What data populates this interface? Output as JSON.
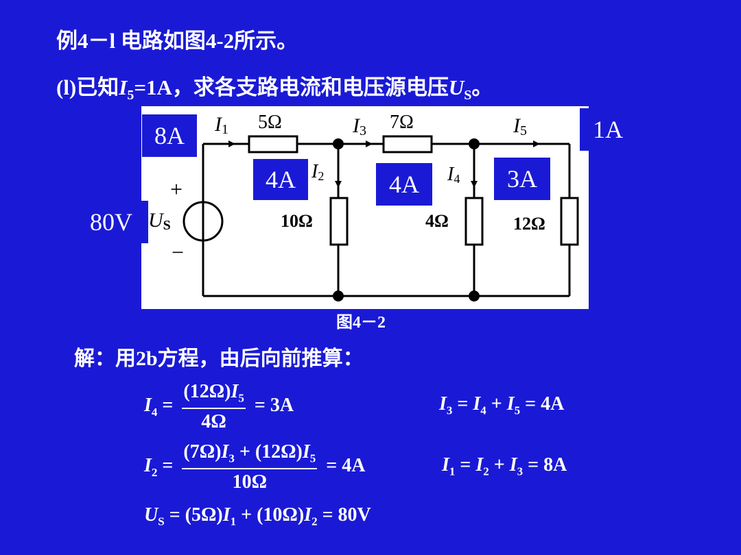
{
  "title": "例4－l  电路如图4-2所示。",
  "question": {
    "prefix": "(l)已知",
    "var": "I",
    "var_sub": "5",
    "middle": "=1A，求各支路电流和电压源电压",
    "var2": "U",
    "var2_sub": "S",
    "suffix": "。"
  },
  "figure": {
    "caption": "图4－2",
    "labels": {
      "I1": "I",
      "I1_sub": "1",
      "I2": "I",
      "I2_sub": "2",
      "I3": "I",
      "I3_sub": "3",
      "I4": "I",
      "I4_sub": "4",
      "I5": "I",
      "I5_sub": "5",
      "R1": "5Ω",
      "R2": "10Ω",
      "R3": "7Ω",
      "R4": "4Ω",
      "R5": "12Ω",
      "Us": "U",
      "Us_sub": "S",
      "plus": "+",
      "minus": "−"
    },
    "answers": {
      "i1": "8A",
      "i2": "4A",
      "i3": "4A",
      "i4": "3A",
      "i5": "1A",
      "us": "80V"
    }
  },
  "solution_heading": "解：用2b方程，由后向前推算：",
  "equations": {
    "e1": {
      "lhs": "I",
      "lhs_sub": "4",
      "num_a": "(12Ω)",
      "num_v": "I",
      "num_sub": "5",
      "den": "4Ω",
      "rhs": "= 3A"
    },
    "e2": {
      "lhs": "I",
      "lhs_sub": "3",
      "body": "= ",
      "a": "I",
      "a_sub": "4",
      "op": " + ",
      "b": "I",
      "b_sub": "5",
      "rhs": " = 4A"
    },
    "e3": {
      "lhs": "I",
      "lhs_sub": "2",
      "num_a": "(7Ω)",
      "num_v1": "I",
      "num_sub1": "3",
      "num_op": " + (12Ω)",
      "num_v2": "I",
      "num_sub2": "5",
      "den": "10Ω",
      "rhs": "= 4A"
    },
    "e4": {
      "lhs": "I",
      "lhs_sub": "1",
      "body": "= ",
      "a": "I",
      "a_sub": "2",
      "op": " + ",
      "b": "I",
      "b_sub": "3",
      "rhs": " = 8A"
    },
    "e5": {
      "lhs": "U",
      "lhs_sub": "S",
      "p1": " = (5Ω)",
      "v1": "I",
      "v1_sub": "1",
      "p2": " + (10Ω)",
      "v2": "I",
      "v2_sub": "2",
      "rhs": " = 80V"
    }
  }
}
